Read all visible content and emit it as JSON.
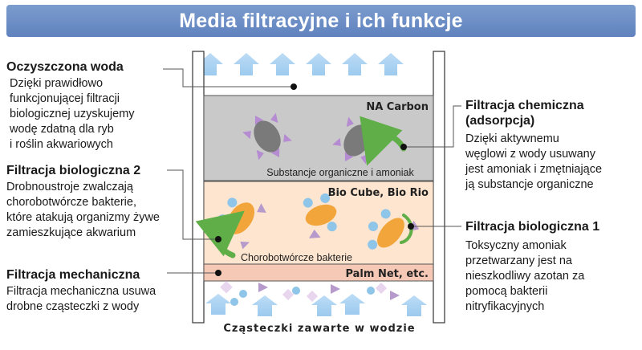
{
  "title": "Media filtracyjne i ich funkcje",
  "left": {
    "clean_water": {
      "heading": "Oczyszczona woda",
      "lines": [
        "Dzięki prawidłowo",
        "funkcjonującej filtracji",
        "biologicznej uzyskujemy",
        "wodę zdatną dla ryb",
        "i roślin akwariowych"
      ]
    },
    "bio2": {
      "heading": "Filtracja biologiczna 2",
      "lines": [
        "Drobnoustroje zwalczają",
        "chorobotwórcze bakterie,",
        "które atakują organizmy żywe",
        "zamieszkujące akwarium"
      ]
    },
    "mech": {
      "heading": "Filtracja mechaniczna",
      "lines": [
        "Filtracja mechaniczna usuwa",
        "drobne cząsteczki z wody"
      ]
    }
  },
  "right": {
    "chem": {
      "heading_lines": [
        "Filtracja chemiczna",
        "(adsorpcja)"
      ],
      "lines": [
        "Dzięki aktywnemu",
        "węglowi z wody usuwany",
        "jest amoniak i zmętniające",
        "ją substancje organiczne"
      ]
    },
    "bio1": {
      "heading": "Filtracja biologiczna 1",
      "lines": [
        "Toksyczny amoniak",
        "przetwarzany jest na",
        "nieszkodliwy azotan za",
        "pomocą bakterii",
        "nitryfikacyjnych"
      ]
    }
  },
  "diagram": {
    "layer_carbon": "NA Carbon",
    "layer_carbon_note": "Substancje organiczne i amoniak",
    "layer_bio": "Bio Cube, Bio Rio",
    "layer_bio_note": "Chorobotwórcze bakterie",
    "layer_mech": "Palm Net, etc.",
    "bottom_label": "Cząsteczki zawarte w wodzie"
  },
  "colors": {
    "banner": "#6b8dc6",
    "carbon_layer": "#c8c8c8",
    "bio_layer": "#fde5cf",
    "mech_layer": "#f6c9b7",
    "arrow": "#a9cff0",
    "bacteria": "#f2a53a",
    "dot": "#8ec5e8",
    "triangle": "#b59acb",
    "green_arrow": "#66b84f"
  }
}
